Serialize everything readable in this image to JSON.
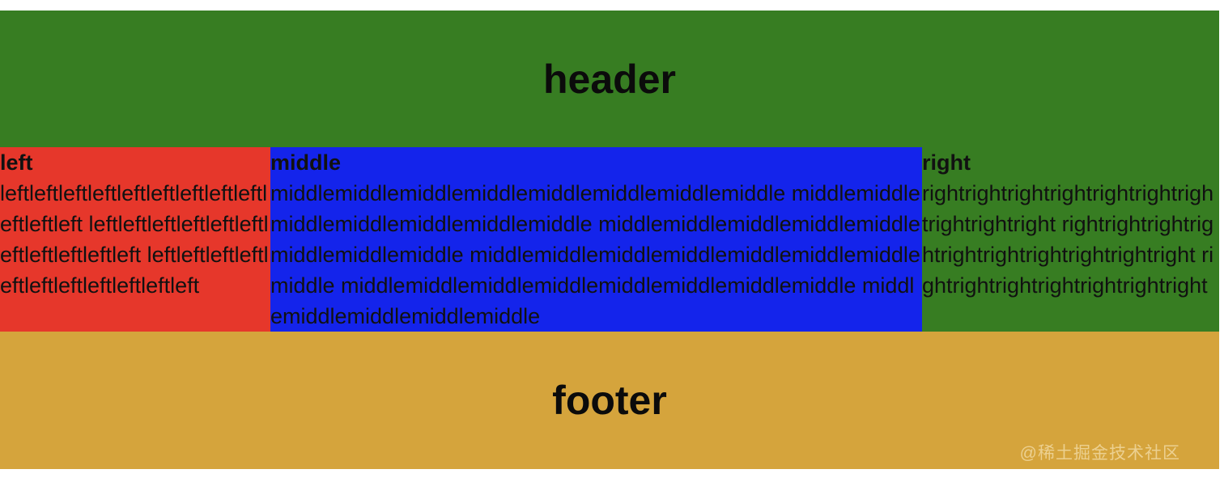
{
  "header": {
    "label": "header"
  },
  "columns": {
    "left": {
      "title": "left",
      "text": "leftleftleftleftleftleftleftleftleftleftleftleft leftleftleftleftleftleftleftleftleftleftleft leftleftleftleftleftleftleftleftleftleftleft"
    },
    "middle": {
      "title": "middle",
      "text": "middlemiddlemiddlemiddlemiddlemiddlemiddlemiddle middlemiddlemiddlemiddlemiddlemiddlemiddle middlemiddlemiddlemiddlemiddlemiddlemiddlemiddle middlemiddlemiddlemiddlemiddlemiddlemiddlemiddle middlemiddlemiddlemiddlemiddlemiddlemiddlemiddle middlemiddlemiddlemiddlemiddle"
    },
    "right": {
      "title": "right",
      "text": "rightrightrightrightrightrightrightrightrightright rightrightrightrightrightrightrightrightrightright rightrightrightrightrightrightright"
    }
  },
  "footer": {
    "label": "footer"
  },
  "watermark": "@稀土掘金技术社区",
  "colors": {
    "header_bg": "#377D22",
    "left_bg": "#E6372B",
    "middle_bg": "#1424EB",
    "right_bg": "#377D22",
    "footer_bg": "#D5A43C",
    "text": "#111111"
  }
}
